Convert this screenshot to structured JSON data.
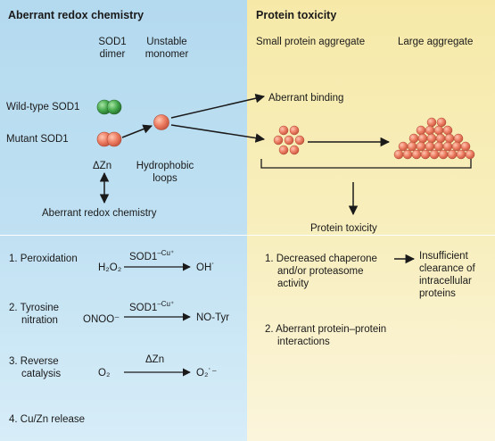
{
  "left": {
    "title": "Aberrant redox chemistry",
    "col_dimer": [
      "SOD1",
      "dimer"
    ],
    "col_monomer": [
      "Unstable",
      "monomer"
    ],
    "wildtype_label": "Wild-type SOD1",
    "mutant_label": "Mutant SOD1",
    "delta_zn": "ΔZn",
    "hydrophobic": [
      "Hydrophobic",
      "loops"
    ],
    "aberrant_redox": "Aberrant redox chemistry",
    "reactions": [
      {
        "label": [
          "1. Peroxidation"
        ],
        "catalyst": "SOD1",
        "catalyst_sup": "–Cu⁺",
        "substrate": "H₂O₂",
        "product": "OH˙"
      },
      {
        "label": [
          "2. Tyrosine",
          "nitration"
        ],
        "catalyst": "SOD1",
        "catalyst_sup": "–Cu⁺",
        "substrate": "ONOO⁻",
        "product": "NO-Tyr"
      },
      {
        "label": [
          "3. Reverse",
          "catalysis"
        ],
        "catalyst": "ΔZn",
        "catalyst_sup": "",
        "substrate": "O₂",
        "product": "O₂˙⁻"
      },
      {
        "label": [
          "4. Cu/Zn release"
        ]
      }
    ]
  },
  "right": {
    "title": "Protein toxicity",
    "small_agg": "Small protein aggregate",
    "large_agg": "Large aggregate",
    "aberrant_binding": "Aberrant binding",
    "protein_toxicity": "Protein toxicity",
    "items": [
      {
        "label": [
          "1. Decreased chaperone",
          "and/or proteasome",
          "activity"
        ]
      },
      {
        "label": [
          "2. Aberrant protein–protein",
          "interactions"
        ]
      }
    ],
    "insufficient": [
      "Insufficient",
      "clearance of",
      "intracellular",
      "proteins"
    ]
  },
  "colors": {
    "left_bg": "#b4daef",
    "right_bg": "#f6e9a8",
    "mutant_ball": "#e8795f",
    "wildtype_ball": "#3ea34a"
  }
}
